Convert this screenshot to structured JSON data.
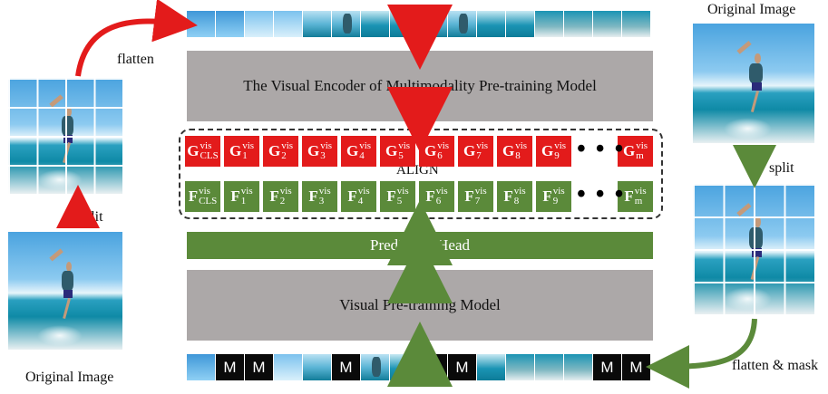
{
  "labels": {
    "flatten": "flatten",
    "split_left": "split",
    "original_image_left": "Original Image",
    "original_image_right": "Original Image",
    "split_right": "split",
    "flatten_mask": "flatten & mask",
    "align": "ALIGN"
  },
  "boxes": {
    "visual_encoder": "The Visual Encoder of Multimodality Pre-training Model",
    "prediction_head": "Prediction Head",
    "visual_pretraining": "Visual Pre-training Model"
  },
  "tokens": {
    "base_red": "G",
    "base_green": "F",
    "superscript": "vis",
    "subscripts": [
      "CLS",
      "1",
      "2",
      "3",
      "4",
      "5",
      "6",
      "7",
      "8",
      "9"
    ],
    "last_subscript": "m",
    "ellipsis": "• • •"
  },
  "mask_label": "M",
  "colors": {
    "red": "#e31b1b",
    "green": "#5b8a3a",
    "gray": "#aca8a8"
  }
}
